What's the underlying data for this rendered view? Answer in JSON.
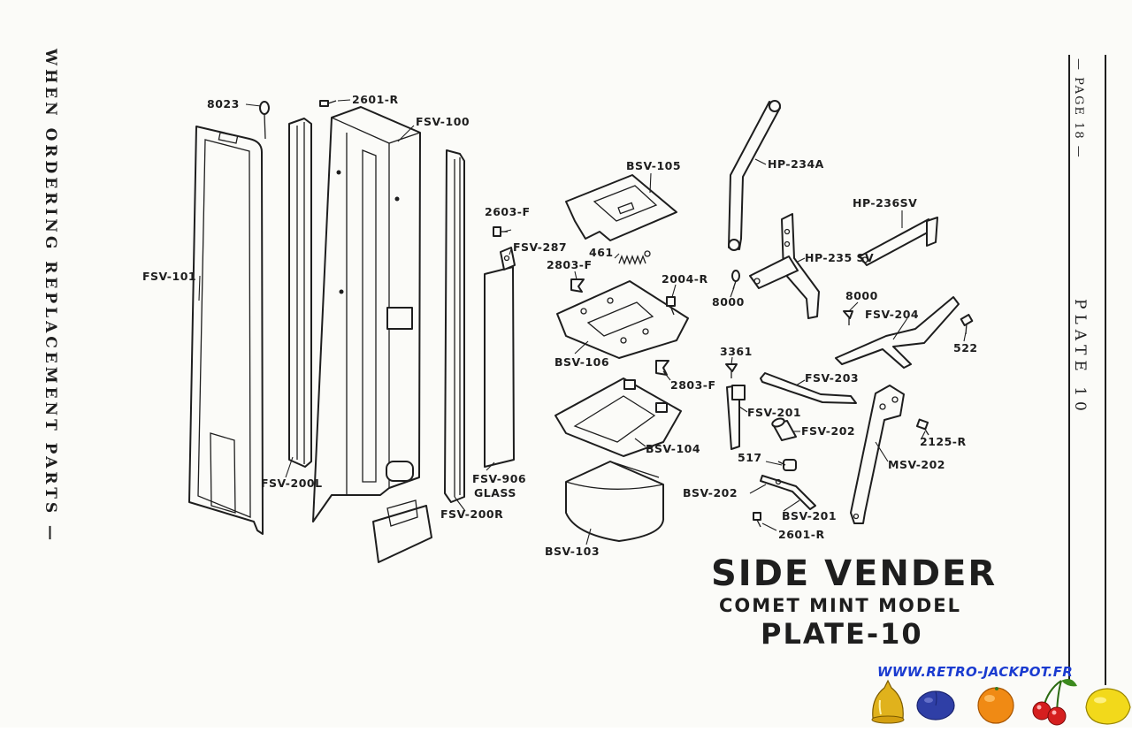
{
  "side_note": "WHEN ORDERING REPLACEMENT PARTS —",
  "page_marker": "— PAGE 18 —",
  "plate_marker": "PLATE 10",
  "title": {
    "line1": "SIDE VENDER",
    "line2": "COMET MINT MODEL",
    "line3": "PLATE-10"
  },
  "watermark": "WWW.RETRO-JACKPOT.FR",
  "part_labels": {
    "p8023": "8023",
    "p2601r_top": "2601-R",
    "fsv100": "FSV-100",
    "fsv101": "FSV-101",
    "fsv200l": "FSV-200L",
    "fsv200r": "FSV-200R",
    "fsv906": "FSV-906",
    "glass": "GLASS",
    "p2603f": "2603-F",
    "fsv287": "FSV-287",
    "p461": "461",
    "p2803f_top": "2803-F",
    "bsv105": "BSV-105",
    "bsv106": "BSV-106",
    "p2004r": "2004-R",
    "p2803f_bot": "2803-F",
    "bsv104": "BSV-104",
    "bsv103": "BSV-103",
    "hp234a": "HP-234A",
    "hp236sv": "HP-236SV",
    "hp235sv": "HP-235 SV",
    "p8000_left": "8000",
    "p8000_right": "8000",
    "fsv204": "FSV-204",
    "p522": "522",
    "p3361": "3361",
    "fsv203": "FSV-203",
    "fsv201": "FSV-201",
    "fsv202": "FSV-202",
    "p2125r": "2125-R",
    "msv202": "MSV-202",
    "p517": "517",
    "bsv202": "BSV-202",
    "bsv201": "BSV-201",
    "p2601r_bot": "2601-R"
  },
  "icons": [
    "bell-icon",
    "plum-icon",
    "orange-icon",
    "cherries-icon",
    "lemon-icon"
  ],
  "colors": {
    "ink": "#1e1e1e",
    "paper": "#fbfbf8",
    "watermark": "#1a3bd0",
    "bell": "#e0b21c",
    "plum": "#2f3fa6",
    "orange": "#f08a14",
    "cherry": "#d51f1f",
    "lemon": "#f2d91b"
  }
}
